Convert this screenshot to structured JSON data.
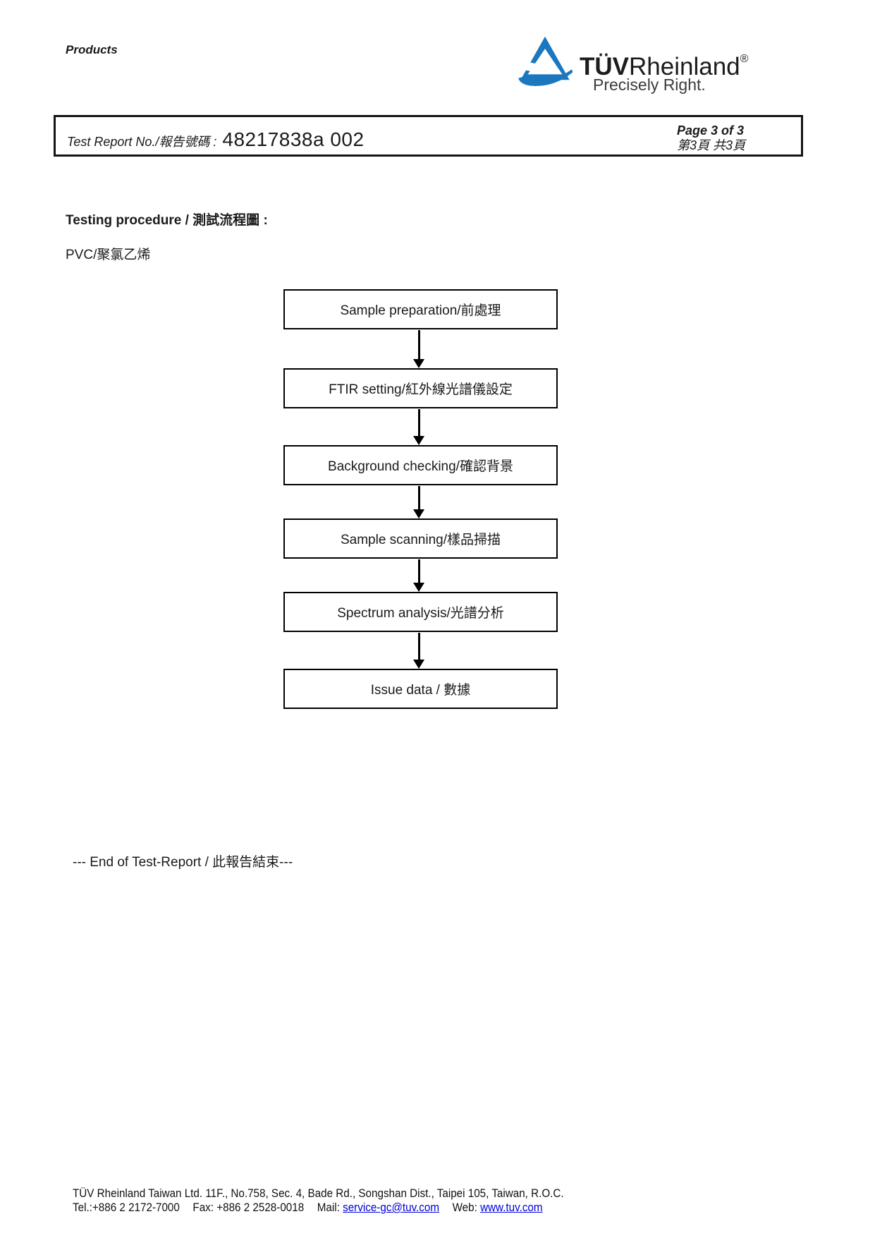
{
  "header": {
    "products_label": "Products",
    "logo": {
      "brand_bold": "TÜV",
      "brand_regular": "Rheinland",
      "registered_mark": "®",
      "tagline": "Precisely Right.",
      "brand_blue": "#1b78be"
    }
  },
  "report_bar": {
    "label": "Test Report No./報告號碼 :",
    "report_number": "48217838a 002",
    "page_en": "Page 3 of 3",
    "page_zh": "第3頁 共3頁"
  },
  "body": {
    "procedure_title": "Testing procedure / 測試流程圖 :",
    "material_label": "PVC/聚氯乙烯",
    "flow_steps": [
      "Sample preparation/前處理",
      "FTIR setting/紅外線光譜儀設定",
      "Background checking/確認背景",
      "Sample scanning/樣品掃描",
      "Spectrum analysis/光譜分析",
      "Issue data / 數據"
    ],
    "end_note": "--- End of Test-Report / 此報告結束---"
  },
  "footer": {
    "address_line": "TÜV Rheinland Taiwan Ltd.  11F., No.758, Sec. 4, Bade Rd., Songshan Dist., Taipei 105, Taiwan, R.O.C.",
    "tel": "Tel.:+886 2 2172-7000",
    "fax": "Fax: +886 2 2528-0018",
    "mail_label": "Mail:",
    "mail_link": "service-gc@tuv.com",
    "web_label": "Web:",
    "web_link": "www.tuv.com",
    "link_color": "#0000dd"
  }
}
